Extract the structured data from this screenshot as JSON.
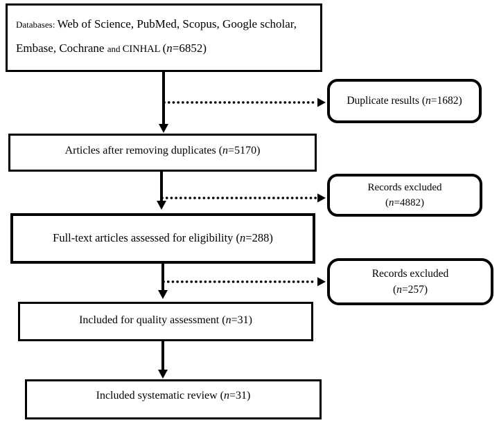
{
  "diagram": {
    "kind": "prisma-flowchart",
    "colors": {
      "ink": "#000000",
      "background": "#ffffff"
    },
    "nodes": {
      "databases": {
        "prefix": "Databases: ",
        "line1_rest": "Web of Science, PubMed, Scopus, Google scholar,",
        "line2_a": "Embase, Cochrane ",
        "line2_and": "and ",
        "line2_caps": "CINHAL ",
        "open": "(",
        "n_var": "n",
        "count": "=6852)"
      },
      "duplicate_results": {
        "label": "Duplicate results (",
        "n_var": "n",
        "count": "=1682)"
      },
      "articles_after_duplicates": {
        "label": "Articles after removing duplicates (",
        "n_var": "n",
        "count": "=5170)"
      },
      "records_excluded_1": {
        "line1": "Records excluded",
        "open": "(",
        "n_var": "n",
        "count": "=4882)"
      },
      "fulltext_eligibility": {
        "label": "Full-text articles assessed for eligibility (",
        "n_var": "n",
        "count": "=288)"
      },
      "records_excluded_2": {
        "line1": "Records excluded",
        "open": "(",
        "n_var": "n",
        "count": "=257)"
      },
      "quality_assessment": {
        "label": "Included for quality assessment (",
        "n_var": "n",
        "count": "=31)"
      },
      "systematic_review": {
        "label": "Included systematic review (",
        "n_var": "n",
        "count": "=31)"
      }
    },
    "edges": [
      {
        "from": "databases",
        "to": "articles_after_duplicates",
        "style": "solid"
      },
      {
        "from": "databases",
        "to": "duplicate_results",
        "style": "dotted"
      },
      {
        "from": "articles_after_duplicates",
        "to": "fulltext_eligibility",
        "style": "solid"
      },
      {
        "from": "articles_after_duplicates",
        "to": "records_excluded_1",
        "style": "dotted"
      },
      {
        "from": "fulltext_eligibility",
        "to": "quality_assessment",
        "style": "solid"
      },
      {
        "from": "fulltext_eligibility",
        "to": "records_excluded_2",
        "style": "dotted"
      },
      {
        "from": "quality_assessment",
        "to": "systematic_review",
        "style": "solid"
      }
    ]
  }
}
